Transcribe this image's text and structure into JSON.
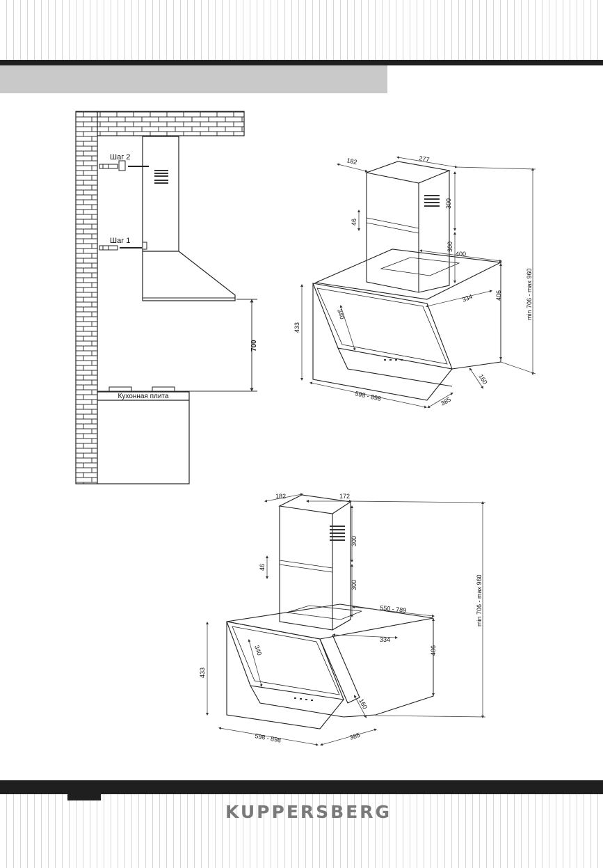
{
  "brand": "KUPPERSBERG",
  "wall_diagram": {
    "step1_label": "Шаг 1",
    "step2_label": "Шаг 2",
    "stove_label": "Кухонная плита",
    "height_dim": "700"
  },
  "hood_diagram_1": {
    "dims": {
      "d182": "182",
      "d277": "277",
      "d300a": "300",
      "d46": "46",
      "d300b": "300",
      "d400": "400",
      "d406": "406",
      "d334": "334",
      "d340": "340",
      "d433": "433",
      "d598": "598 - 898",
      "d385": "385",
      "d160": "160",
      "dmin": "min 706 - max 960"
    }
  },
  "hood_diagram_2": {
    "dims": {
      "d182": "182",
      "d172": "172",
      "d300a": "300",
      "d46": "46",
      "d300b": "300",
      "d550": "550 - 789",
      "d334": "334",
      "d406": "406",
      "d340": "340",
      "d433": "433",
      "d598": "598 - 898",
      "d385": "385",
      "d160": "160",
      "dmin": "min 706 - max 960"
    }
  },
  "colors": {
    "bar": "#1f1f1f",
    "band": "#c9c9c9",
    "logo": "#7a7a7a"
  }
}
